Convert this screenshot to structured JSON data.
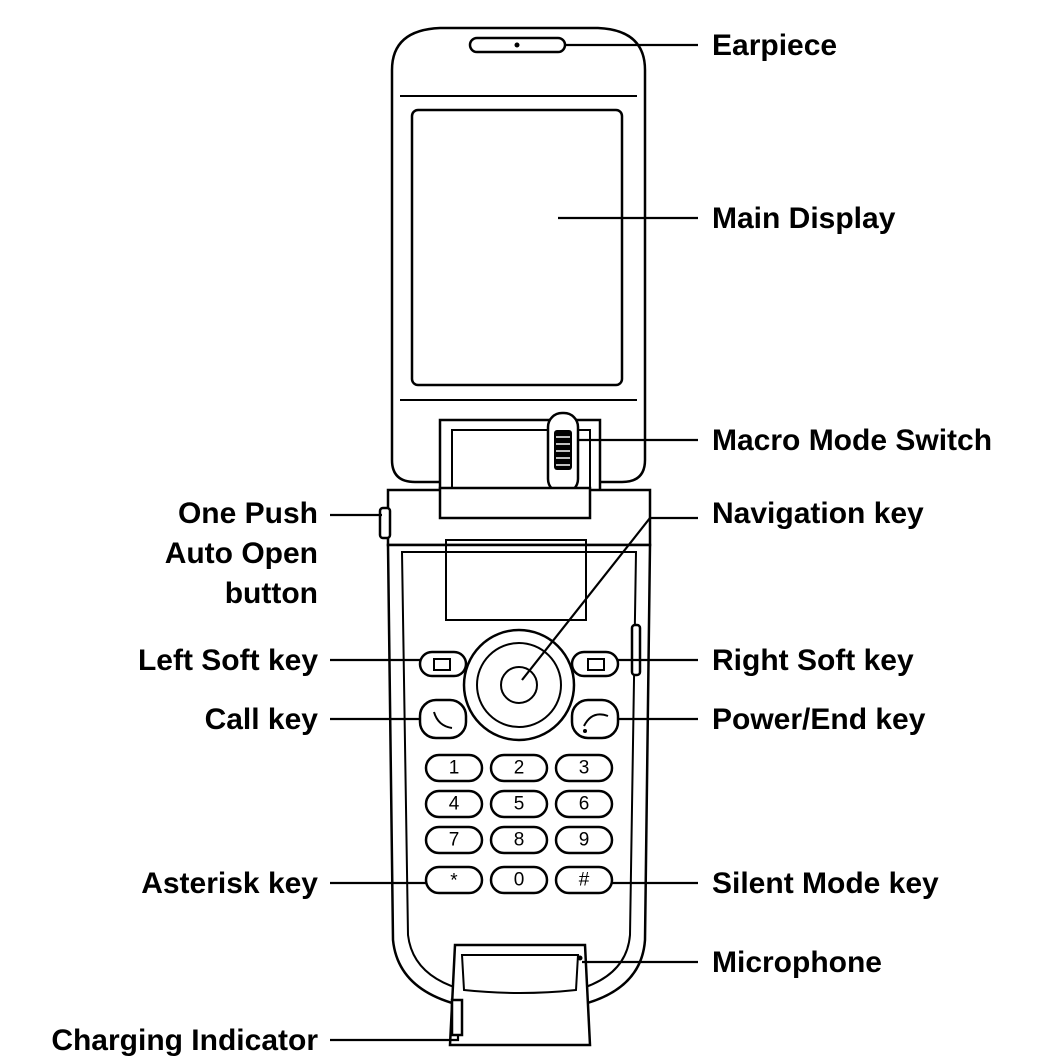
{
  "labels": {
    "earpiece": "Earpiece",
    "main_display": "Main Display",
    "macro_mode_switch": "Macro Mode Switch",
    "navigation_key": "Navigation key",
    "one_push_line1": "One Push",
    "one_push_line2": "Auto Open",
    "one_push_line3": "button",
    "left_soft_key": "Left Soft key",
    "right_soft_key": "Right Soft key",
    "call_key": "Call key",
    "power_end_key": "Power/End key",
    "asterisk_key": "Asterisk key",
    "silent_mode_key": "Silent Mode key",
    "microphone": "Microphone",
    "charging_indicator": "Charging Indicator"
  },
  "keypad": {
    "k1": "1",
    "k2": "2",
    "k3": "3",
    "k4": "4",
    "k5": "5",
    "k6": "6",
    "k7": "7",
    "k8": "8",
    "k9": "9",
    "kstar": "*",
    "k0": "0",
    "khash": "#"
  },
  "colors": {
    "line": "#000000",
    "background": "#ffffff"
  }
}
